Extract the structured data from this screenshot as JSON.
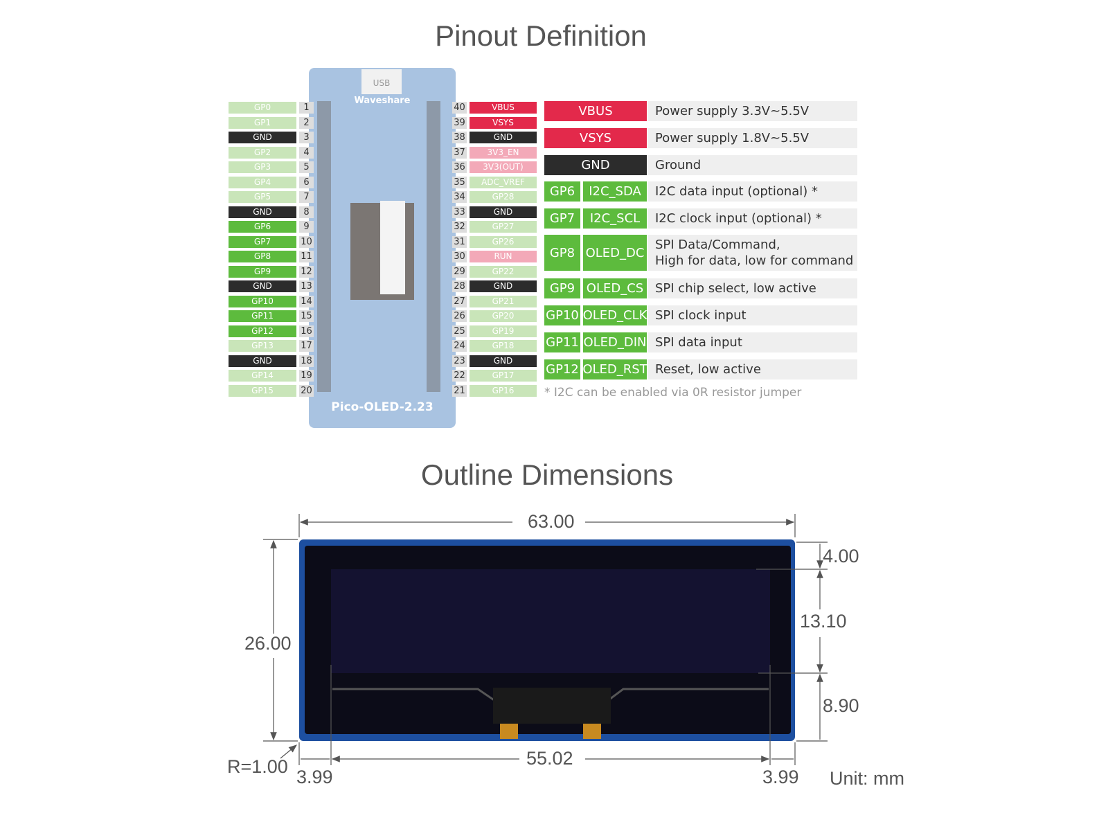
{
  "pinout": {
    "title": "Pinout Definition",
    "colors": {
      "gpio_used": "#5dbb3d",
      "gpio_unused": "#c9e5b9",
      "gnd": "#2c2c2c",
      "power": "#e3294b",
      "power_light": "#f3a9b8"
    },
    "left_pins": [
      {
        "num": "1",
        "label": "GP0",
        "kind": "gpio_unused"
      },
      {
        "num": "2",
        "label": "GP1",
        "kind": "gpio_unused"
      },
      {
        "num": "3",
        "label": "GND",
        "kind": "gnd"
      },
      {
        "num": "4",
        "label": "GP2",
        "kind": "gpio_unused"
      },
      {
        "num": "5",
        "label": "GP3",
        "kind": "gpio_unused"
      },
      {
        "num": "6",
        "label": "GP4",
        "kind": "gpio_unused"
      },
      {
        "num": "7",
        "label": "GP5",
        "kind": "gpio_unused"
      },
      {
        "num": "8",
        "label": "GND",
        "kind": "gnd"
      },
      {
        "num": "9",
        "label": "GP6",
        "kind": "gpio_used"
      },
      {
        "num": "10",
        "label": "GP7",
        "kind": "gpio_used"
      },
      {
        "num": "11",
        "label": "GP8",
        "kind": "gpio_used"
      },
      {
        "num": "12",
        "label": "GP9",
        "kind": "gpio_used"
      },
      {
        "num": "13",
        "label": "GND",
        "kind": "gnd"
      },
      {
        "num": "14",
        "label": "GP10",
        "kind": "gpio_used"
      },
      {
        "num": "15",
        "label": "GP11",
        "kind": "gpio_used"
      },
      {
        "num": "16",
        "label": "GP12",
        "kind": "gpio_used"
      },
      {
        "num": "17",
        "label": "GP13",
        "kind": "gpio_unused"
      },
      {
        "num": "18",
        "label": "GND",
        "kind": "gnd"
      },
      {
        "num": "19",
        "label": "GP14",
        "kind": "gpio_unused"
      },
      {
        "num": "20",
        "label": "GP15",
        "kind": "gpio_unused"
      }
    ],
    "right_pins": [
      {
        "num": "40",
        "label": "VBUS",
        "kind": "power"
      },
      {
        "num": "39",
        "label": "VSYS",
        "kind": "power"
      },
      {
        "num": "38",
        "label": "GND",
        "kind": "gnd"
      },
      {
        "num": "37",
        "label": "3V3_EN",
        "kind": "power_light"
      },
      {
        "num": "36",
        "label": "3V3(OUT)",
        "kind": "power_light"
      },
      {
        "num": "35",
        "label": "ADC_VREF",
        "kind": "gpio_unused"
      },
      {
        "num": "34",
        "label": "GP28",
        "kind": "gpio_unused"
      },
      {
        "num": "33",
        "label": "GND",
        "kind": "gnd"
      },
      {
        "num": "32",
        "label": "GP27",
        "kind": "gpio_unused"
      },
      {
        "num": "31",
        "label": "GP26",
        "kind": "gpio_unused"
      },
      {
        "num": "30",
        "label": "RUN",
        "kind": "power_light"
      },
      {
        "num": "29",
        "label": "GP22",
        "kind": "gpio_unused"
      },
      {
        "num": "28",
        "label": "GND",
        "kind": "gnd"
      },
      {
        "num": "27",
        "label": "GP21",
        "kind": "gpio_unused"
      },
      {
        "num": "26",
        "label": "GP20",
        "kind": "gpio_unused"
      },
      {
        "num": "25",
        "label": "GP19",
        "kind": "gpio_unused"
      },
      {
        "num": "24",
        "label": "GP18",
        "kind": "gpio_unused"
      },
      {
        "num": "23",
        "label": "GND",
        "kind": "gnd"
      },
      {
        "num": "22",
        "label": "GP17",
        "kind": "gpio_unused"
      },
      {
        "num": "21",
        "label": "GP16",
        "kind": "gpio_unused"
      }
    ],
    "board": {
      "name": "Pico-OLED-2.23",
      "brand": "Waveshare",
      "usb": "USB"
    },
    "table": [
      {
        "pin": "VBUS",
        "func": "",
        "desc": "Power supply 3.3V~5.5V",
        "kind": "power"
      },
      {
        "pin": "VSYS",
        "func": "",
        "desc": "Power supply 1.8V~5.5V",
        "kind": "power"
      },
      {
        "pin": "GND",
        "func": "",
        "desc": "Ground",
        "kind": "gnd"
      },
      {
        "pin": "GP6",
        "func": "I2C_SDA",
        "desc": "I2C data input (optional) *",
        "kind": "gpio_used"
      },
      {
        "pin": "GP7",
        "func": "I2C_SCL",
        "desc": "I2C clock input (optional) *",
        "kind": "gpio_used"
      },
      {
        "pin": "GP8",
        "func": "OLED_DC",
        "desc": "SPI Data/Command,\nHigh for data, low for command",
        "kind": "gpio_used"
      },
      {
        "pin": "GP9",
        "func": "OLED_CS",
        "desc": "SPI chip select, low active",
        "kind": "gpio_used"
      },
      {
        "pin": "GP10",
        "func": "OLED_CLK",
        "desc": "SPI clock input",
        "kind": "gpio_used"
      },
      {
        "pin": "GP11",
        "func": "OLED_DIN",
        "desc": "SPI data input",
        "kind": "gpio_used"
      },
      {
        "pin": "GP12",
        "func": "OLED_RST",
        "desc": "Reset, low active",
        "kind": "gpio_used"
      }
    ],
    "note": "* I2C can be enabled via 0R resistor jumper"
  },
  "outline": {
    "title": "Outline Dimensions",
    "width": "63.00",
    "height": "26.00",
    "top_margin": "4.00",
    "active_height": "13.10",
    "bottom_height": "8.90",
    "active_width": "55.02",
    "left_margin": "3.99",
    "right_margin": "3.99",
    "radius": "R=1.00",
    "unit": "Unit: mm"
  }
}
